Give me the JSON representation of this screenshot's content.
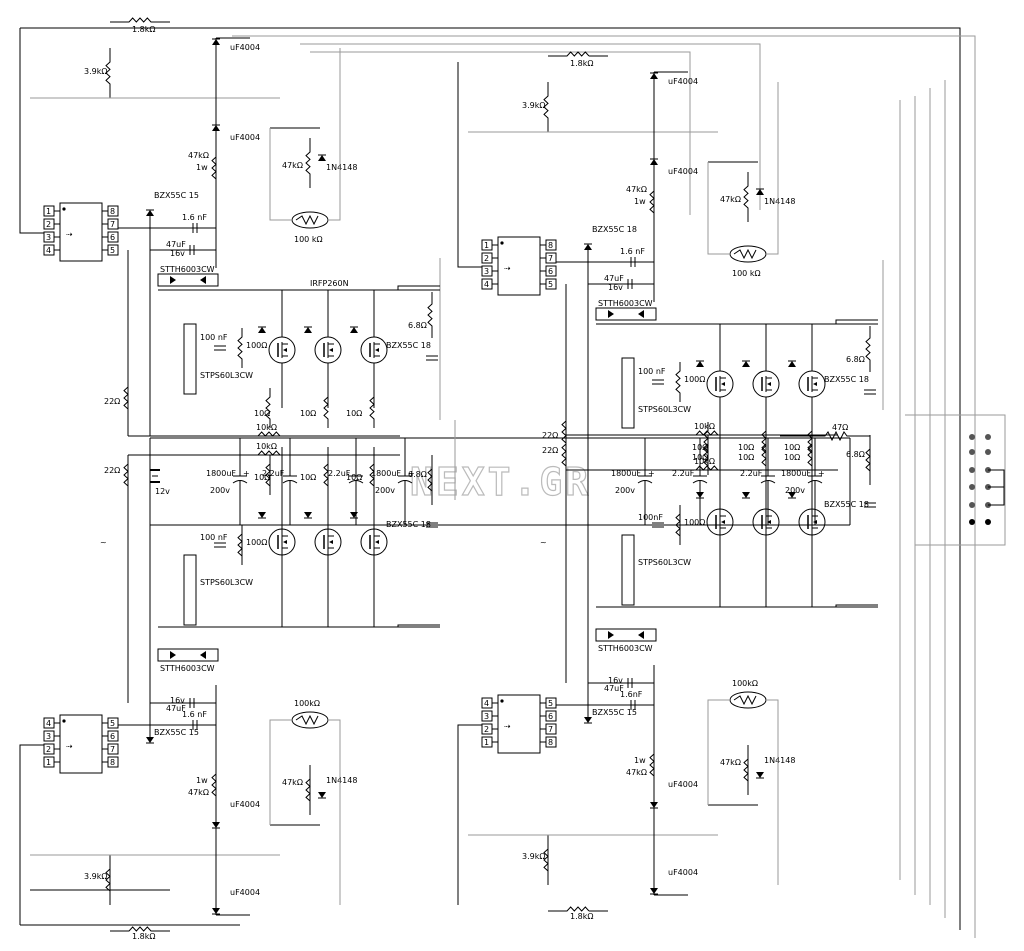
{
  "watermark": "NEXT.GR",
  "modules": [
    {
      "id": "top-left",
      "r_feedback_top": "1.8kΩ",
      "r_feedback_mid": "3.9kΩ",
      "diode_a": "uF4004",
      "diode_b": "uF4004",
      "r_gate_drive": "47kΩ",
      "r_gate_drive_w": "1w",
      "r_thermistor_bias": "47kΩ",
      "small_diode": "1N4148",
      "thermistor": "100 kΩ",
      "zener_top": "BZX55C 15",
      "cap_timing": "1.6 nF",
      "cap_supply": "47uF",
      "cap_supply_v": "16v",
      "dual_diode_top": "STTH6003CW",
      "dual_diode_side": "STPS60L3CW",
      "cap_snubber": "100 nF",
      "r_gate": "100Ω",
      "mosfet": "IRFP260N",
      "r_zener": "6.8Ω",
      "zener_gate": "BZX55C 18",
      "r_source": [
        "10Ω",
        "10Ω",
        "10Ω"
      ],
      "r_bottom": "10kΩ",
      "r_left": "22Ω",
      "pins_left": [
        "1",
        "2",
        "3",
        "4"
      ],
      "pins_right": [
        "8",
        "7",
        "6",
        "5"
      ]
    },
    {
      "id": "top-right",
      "r_feedback_top": "1.8kΩ",
      "r_feedback_mid": "3.9kΩ",
      "diode_a": "uF4004",
      "diode_b": "uF4004",
      "r_gate_drive": "47kΩ",
      "r_gate_drive_w": "1w",
      "r_thermistor_bias": "47kΩ",
      "small_diode": "1N4148",
      "thermistor": "100 kΩ",
      "zener_top": "BZX55C 18",
      "cap_timing": "1.6 nF",
      "cap_supply": "47uF",
      "cap_supply_v": "16v",
      "dual_diode_top": "STTH6003CW",
      "dual_diode_side": "STPS60L3CW",
      "cap_snubber": "100 nF",
      "r_gate": "100Ω",
      "r_zener": "6.8Ω",
      "zener_gate": "BZX55C 18",
      "r_source": [
        "10Ω",
        "10Ω",
        "10Ω"
      ],
      "r_bottom": "10kΩ",
      "r_left": "22Ω",
      "pins_left": [
        "1",
        "2",
        "3",
        "4"
      ],
      "pins_right": [
        "8",
        "7",
        "6",
        "5"
      ]
    },
    {
      "id": "bottom-left",
      "r_feedback_top": "1.8kΩ",
      "r_feedback_mid": "3.9kΩ",
      "diode_a": "uF4004",
      "diode_b": "uF4004",
      "r_gate_drive": "47kΩ",
      "r_gate_drive_w": "1w",
      "r_thermistor_bias": "47kΩ",
      "small_diode": "1N4148",
      "thermistor": "100kΩ",
      "zener_top": "BZX55C 15",
      "cap_timing": "1.6 nF",
      "cap_supply": "47uF",
      "cap_supply_v": "16v",
      "dual_diode_top": "STTH6003CW",
      "dual_diode_side": "STPS60L3CW",
      "cap_snubber": "100 nF",
      "r_gate": "100Ω",
      "r_zener": "6.8Ω",
      "zener_gate": "BZX55C 18",
      "r_source": [
        "10Ω",
        "10Ω",
        "10Ω"
      ],
      "r_bottom": "10kΩ",
      "r_left": "22Ω",
      "pins_left": [
        "4",
        "3",
        "2",
        "1"
      ],
      "pins_right": [
        "5",
        "6",
        "7",
        "8"
      ]
    },
    {
      "id": "bottom-right",
      "r_feedback_top": "1.8kΩ",
      "r_feedback_mid": "3.9kΩ",
      "diode_a": "uF4004",
      "diode_b": "uF4004",
      "r_gate_drive": "47kΩ",
      "r_gate_drive_w": "1w",
      "r_thermistor_bias": "47kΩ",
      "small_diode": "1N4148",
      "thermistor": "100kΩ",
      "zener_top": "BZX55C 15",
      "cap_timing": "1.6nF",
      "cap_supply": "47uF",
      "cap_supply_v": "16v",
      "dual_diode_top": "STTH6003CW",
      "dual_diode_side": "STPS60L3CW",
      "cap_snubber": "100nF",
      "r_gate": "100Ω",
      "r_zener": "6.8Ω",
      "zener_gate": "BZX55C 18",
      "r_source": [
        "10Ω",
        "10Ω",
        "10Ω"
      ],
      "r_bottom": "10kΩ",
      "r_left": "22Ω",
      "pins_left": [
        "4",
        "3",
        "2",
        "1"
      ],
      "pins_right": [
        "5",
        "6",
        "7",
        "8"
      ]
    }
  ],
  "supply": {
    "battery": "12v",
    "caps": [
      {
        "value": "1800uF",
        "voltage": "200v"
      },
      {
        "value": "2.2uF"
      },
      {
        "value": "2.2uF"
      },
      {
        "value": "1800uF",
        "voltage": "200v"
      },
      {
        "value": "1800uF",
        "voltage": "200v"
      },
      {
        "value": "2.2uF"
      },
      {
        "value": "2.2uF"
      },
      {
        "value": "1800uF",
        "voltage": "200v"
      }
    ],
    "r_output": "47Ω"
  }
}
